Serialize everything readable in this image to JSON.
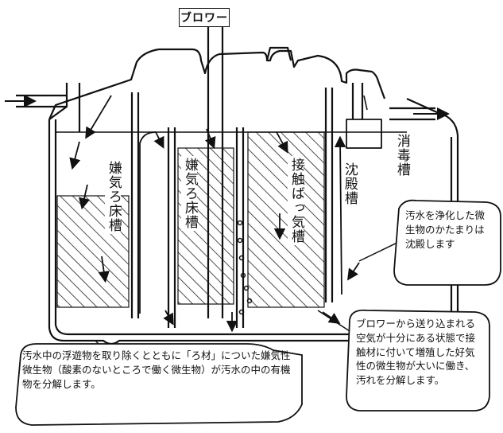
{
  "blower": "ブロワー",
  "tanks": {
    "anaerobic_1": "嫌気ろ床槽",
    "anaerobic_2": "嫌気ろ床槽",
    "contact_aeration": "接触ばっ気槽",
    "sedimentation": "沈殿槽",
    "disinfection": "消毒槽"
  },
  "notes": {
    "sedimentation": "汚水を浄化した微生物のかたまりは沈殿します",
    "aeration": "ブロワーから送り込まれる空気が十分にある状態で接触材に付いて増殖した好気性の微生物が大いに働き、汚れを分解します。",
    "anaerobic": "汚水中の浮遊物を取り除くとともに「ろ材」についた嫌気性微生物（酸素のないところで働く微生物）が汚水の中の有機物を分解します。"
  }
}
